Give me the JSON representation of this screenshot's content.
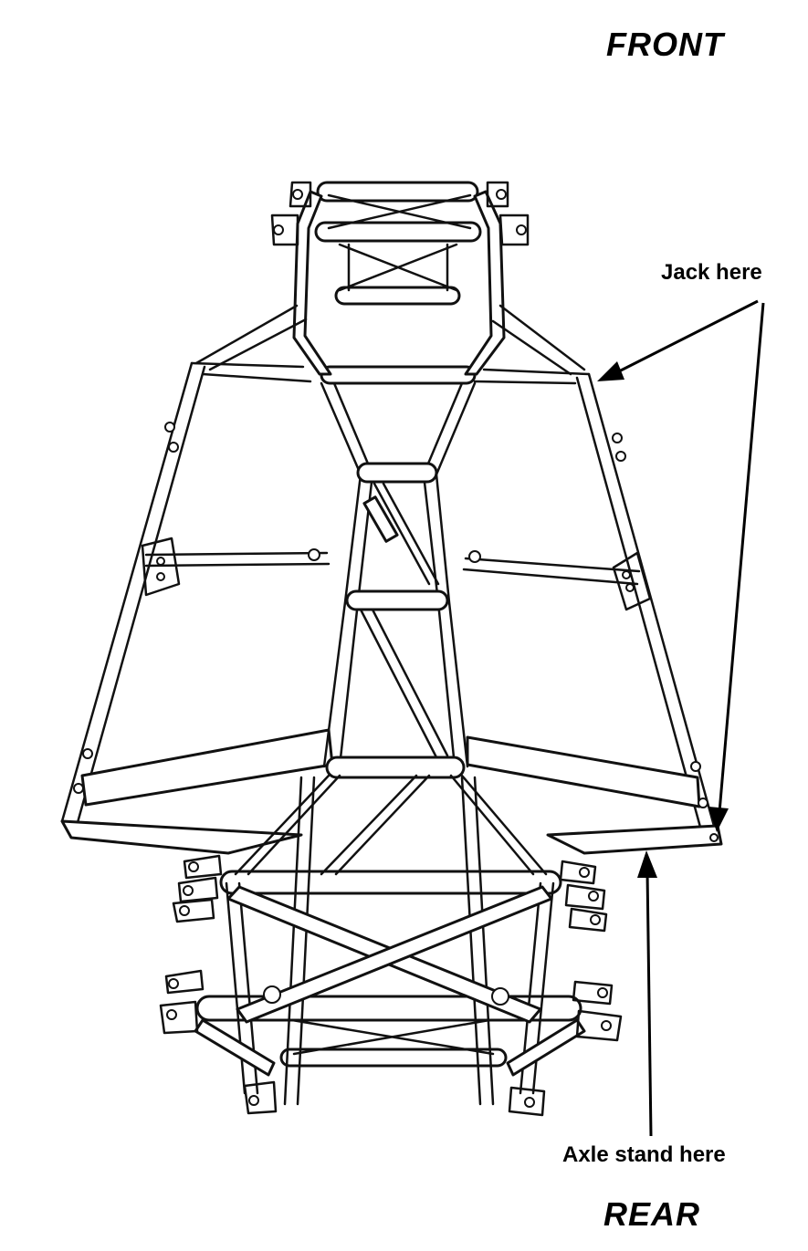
{
  "labels": {
    "front": "FRONT",
    "rear": "REAR",
    "jack": "Jack here",
    "axle_stand": "Axle stand here"
  },
  "colors": {
    "ink": "#111111",
    "background": "#ffffff"
  }
}
